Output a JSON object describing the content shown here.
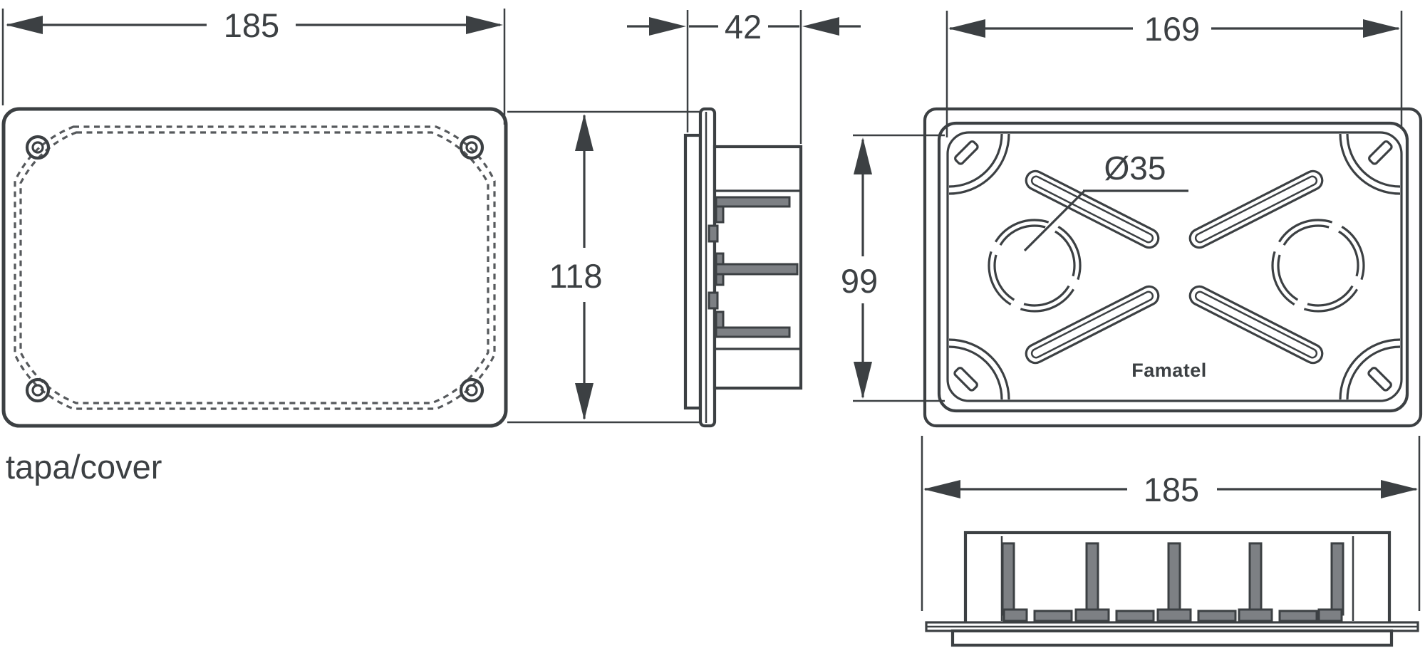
{
  "drawing": {
    "kind": "technical drawing of a flush-mount electrical box and its cover",
    "dims": {
      "cover_width": "185",
      "side_depth": "42",
      "box_back_width": "169",
      "cover_height": "118",
      "box_back_height": "99",
      "knockout_diameter": "Ø35",
      "bottom_width": "185"
    },
    "labels": {
      "cover_caption": "tapa/cover",
      "brand_logo": "Famatel"
    },
    "colors": {
      "line": "#3c4043",
      "dashed_line": "#56595c",
      "gray_fill": "#7d8084",
      "background": "#ffffff"
    }
  }
}
